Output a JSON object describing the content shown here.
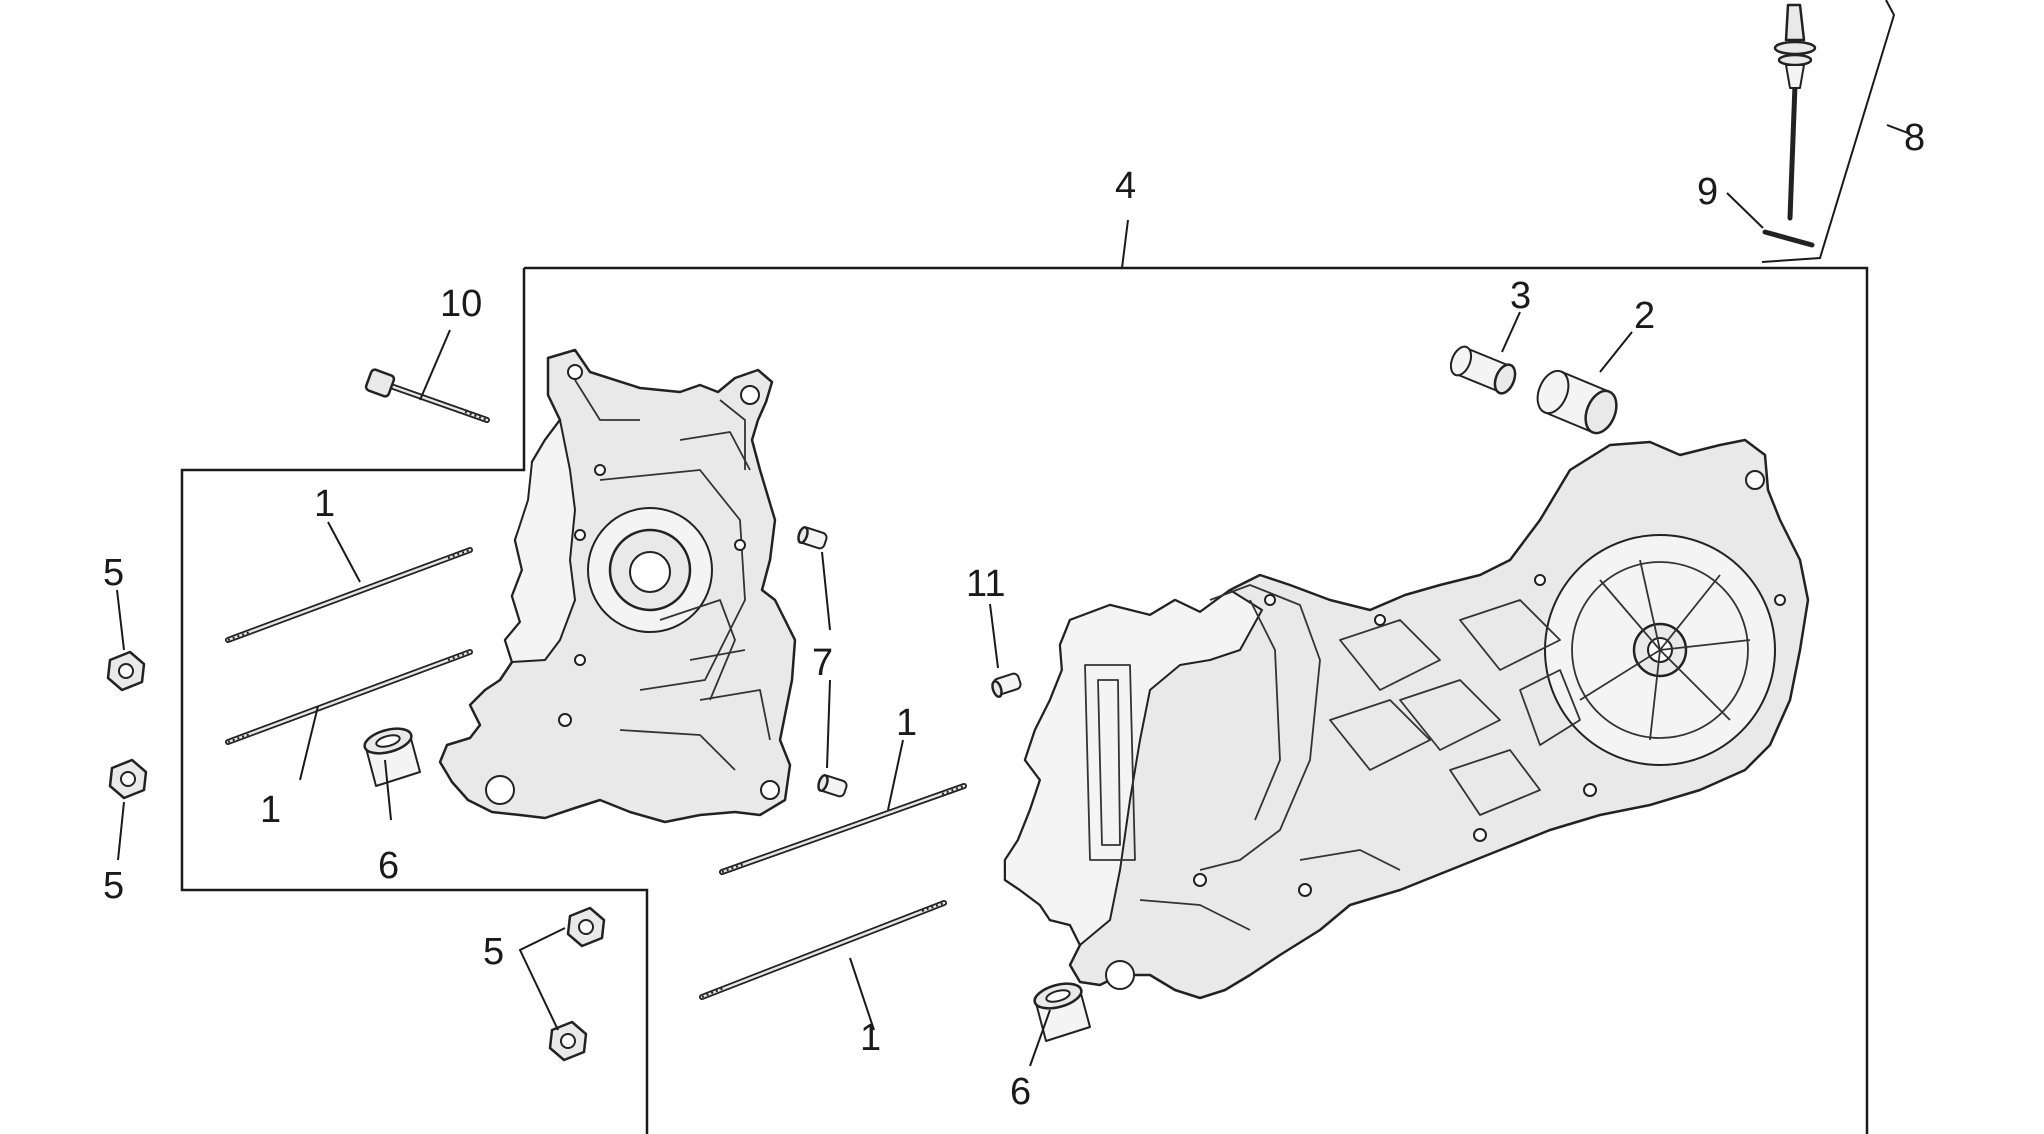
{
  "callouts": {
    "c1a": "1",
    "c1b": "1",
    "c1c": "1",
    "c1d": "1",
    "c2": "2",
    "c3": "3",
    "c4": "4",
    "c5a": "5",
    "c5b": "5",
    "c5c": "5",
    "c6a": "6",
    "c6b": "6",
    "c7": "7",
    "c8": "8",
    "c9": "9",
    "c10": "10",
    "c11": "11"
  }
}
